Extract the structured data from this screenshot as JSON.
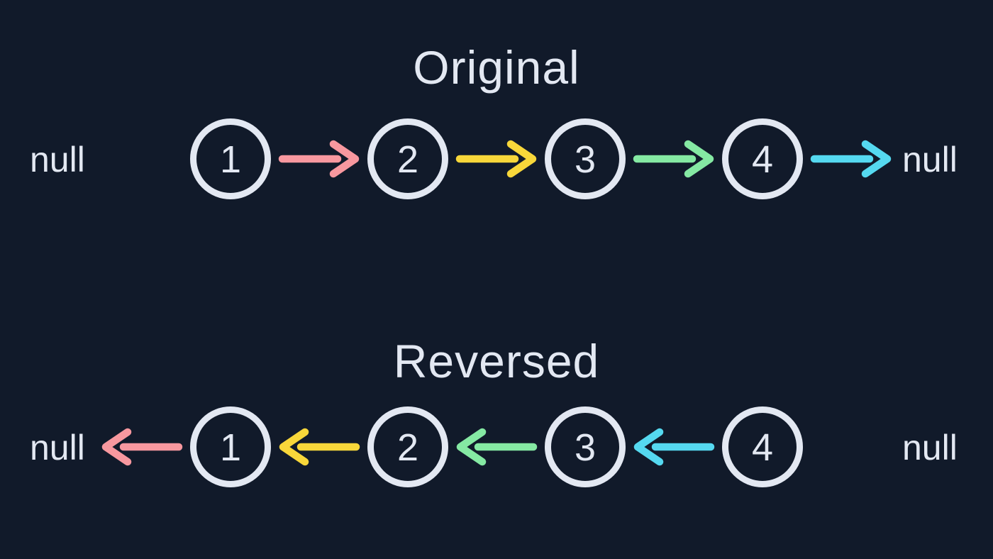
{
  "canvas": {
    "background": "#111a2a",
    "foreground": "#e3e8f2"
  },
  "colors": {
    "pink": "#f8989f",
    "yellow": "#f8d73a",
    "green": "#85e9a3",
    "cyan": "#55d9f0"
  },
  "original": {
    "title": "Original",
    "null_left": "null",
    "null_right": "null",
    "nodes": [
      "1",
      "2",
      "3",
      "4"
    ],
    "arrow_colors": [
      "pink",
      "yellow",
      "green",
      "cyan"
    ],
    "arrow_direction": "right"
  },
  "reversed": {
    "title": "Reversed",
    "null_left": "null",
    "null_right": "null",
    "nodes": [
      "1",
      "2",
      "3",
      "4"
    ],
    "arrow_colors": [
      "pink",
      "yellow",
      "green",
      "cyan"
    ],
    "arrow_direction": "left"
  }
}
